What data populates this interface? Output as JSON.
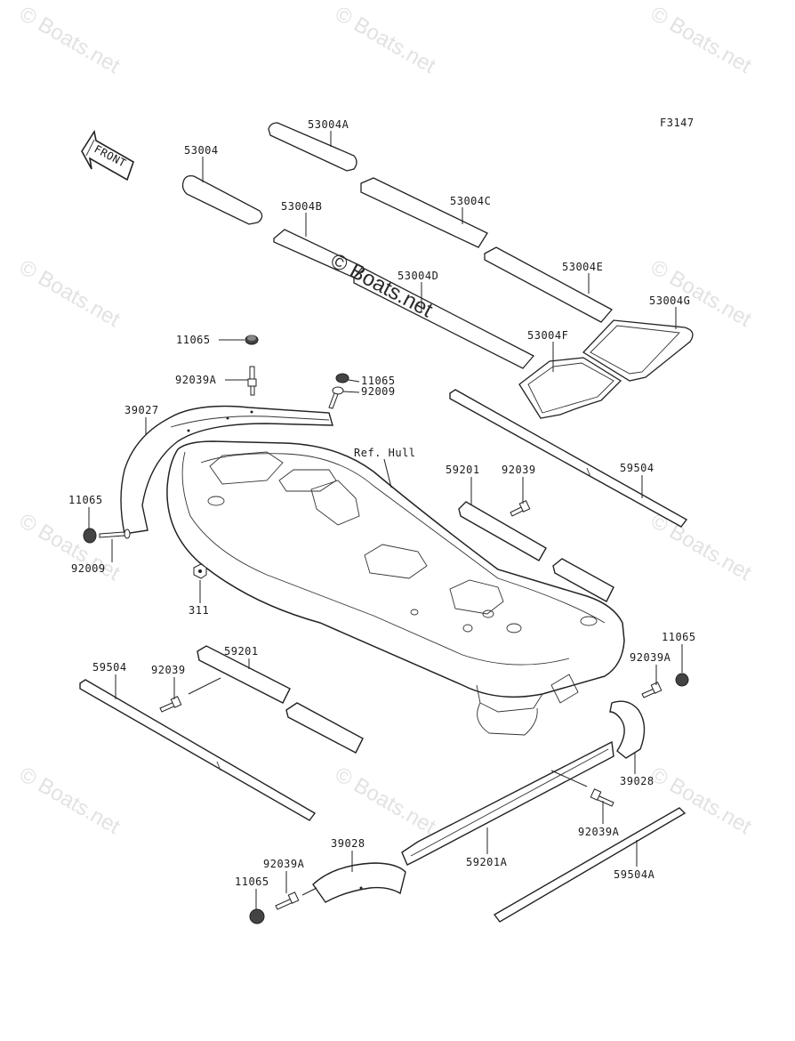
{
  "figure_code": "F3147",
  "front_label": "FRONT",
  "reference_label": "Ref. Hull",
  "watermark": "© Boats.net",
  "center_watermark": "© Boats.net",
  "parts": {
    "p53004": "53004",
    "p53004A": "53004A",
    "p53004B": "53004B",
    "p53004C": "53004C",
    "p53004D": "53004D",
    "p53004E": "53004E",
    "p53004F": "53004F",
    "p53004G": "53004G",
    "p11065_top": "11065",
    "p11065_mid": "11065",
    "p11065_left": "11065",
    "p11065_right": "11065",
    "p11065_bottom": "11065",
    "p92039A_top": "92039A",
    "p92039A_right": "92039A",
    "p92039A_lower": "92039A",
    "p92039A_bottom": "92039A",
    "p92009_mid": "92009",
    "p92009_left": "92009",
    "p39027": "39027",
    "p59201_right": "59201",
    "p59201_left": "59201",
    "p59201A": "59201A",
    "p92039_right": "92039",
    "p92039_left": "92039",
    "p59504_right": "59504",
    "p59504_left": "59504",
    "p59504A": "59504A",
    "p311": "311",
    "p39028_right": "39028",
    "p39028_bottom": "39028"
  }
}
